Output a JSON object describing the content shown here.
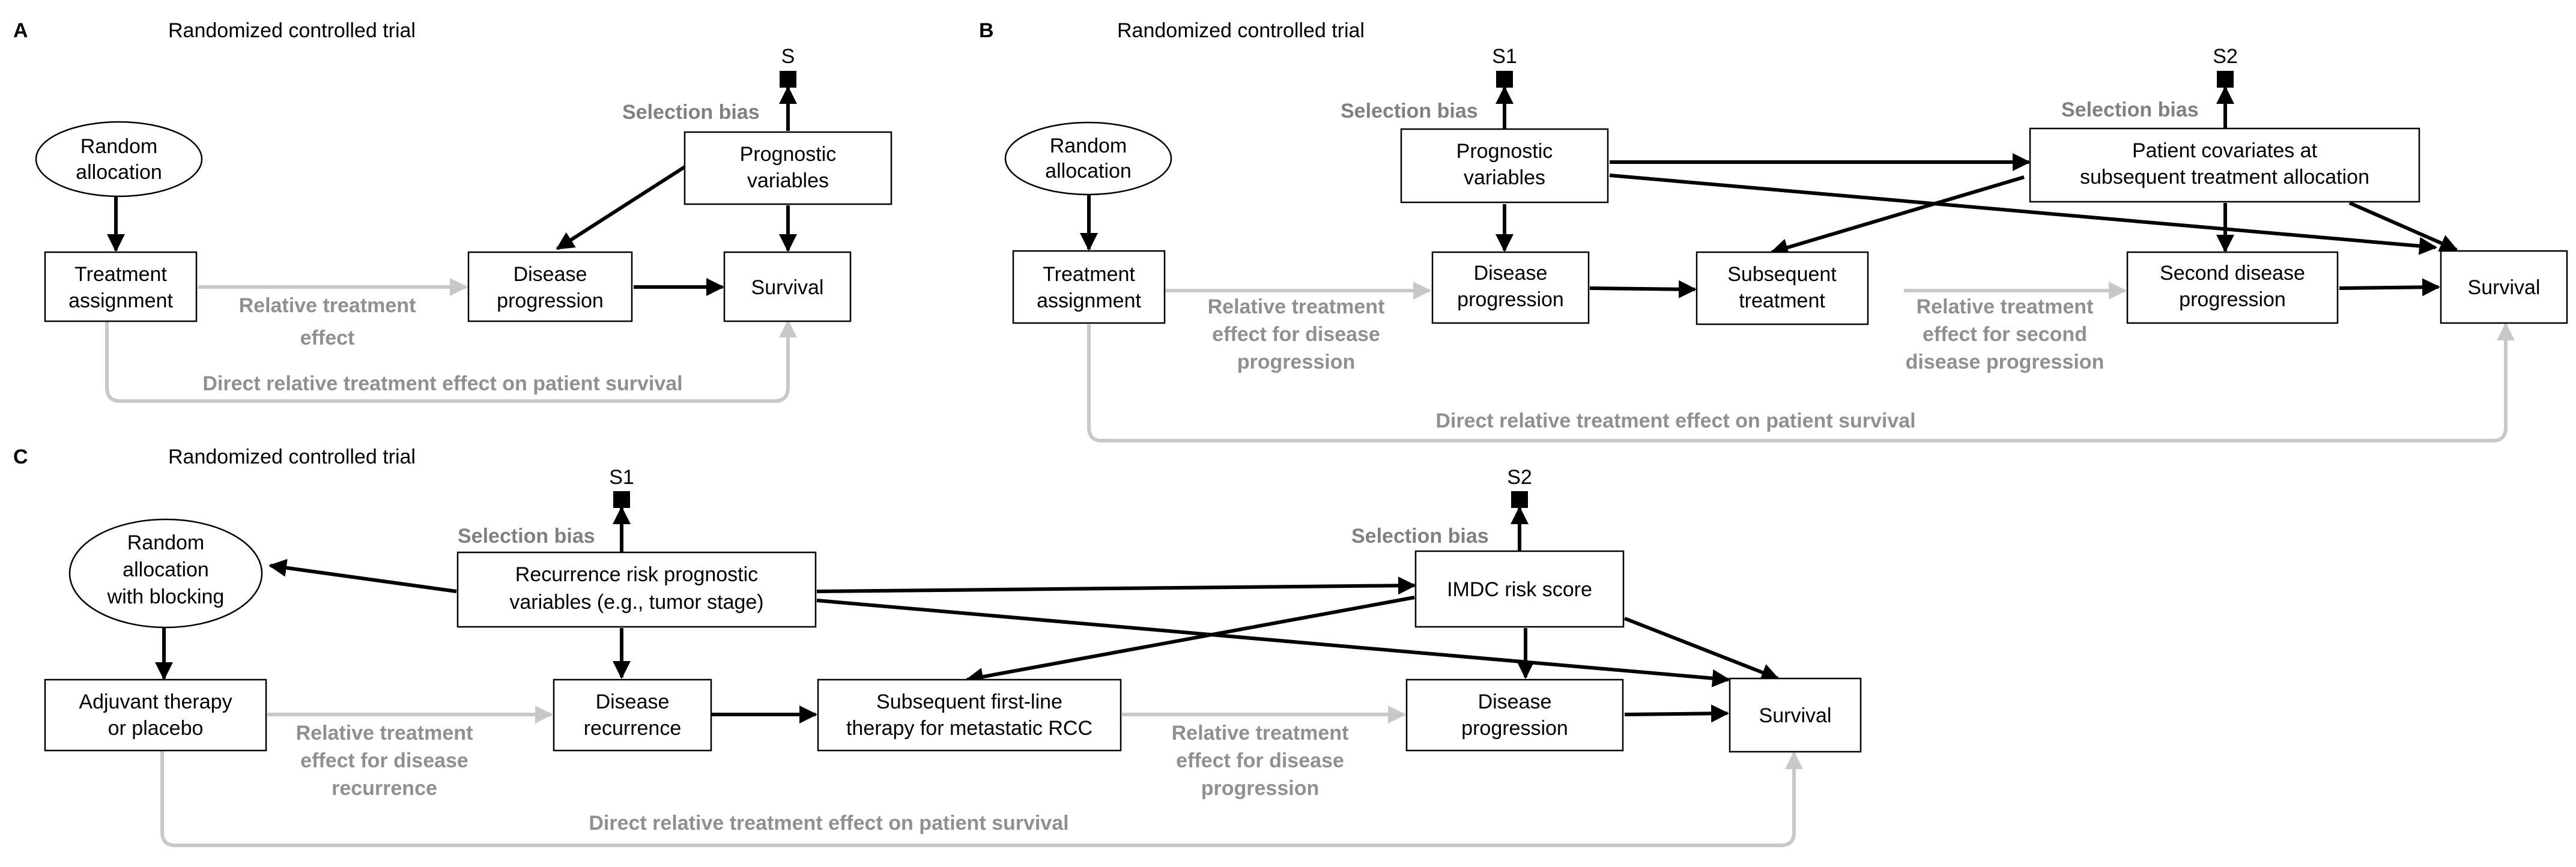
{
  "colors": {
    "causal": "#000000",
    "effect": "#c8c8c8",
    "effect_text": "#909090",
    "selection_text": "#808080"
  },
  "panel_a": {
    "letter": "A",
    "title": "Randomized controlled trial",
    "random_allocation": [
      "Random",
      "allocation"
    ],
    "treatment_assignment": [
      "Treatment",
      "assignment"
    ],
    "disease_progression": [
      "Disease",
      "progression"
    ],
    "survival": "Survival",
    "prognostic_variables": [
      "Prognostic",
      "variables"
    ],
    "s_node": "S",
    "selection_bias": "Selection bias",
    "relative_effect": [
      "Relative treatment",
      "effect"
    ],
    "direct_effect": "Direct relative treatment effect on patient survival"
  },
  "panel_b": {
    "letter": "B",
    "title": "Randomized controlled trial",
    "random_allocation": [
      "Random",
      "allocation"
    ],
    "treatment_assignment": [
      "Treatment",
      "assignment"
    ],
    "disease_progression": [
      "Disease",
      "progression"
    ],
    "subsequent_treatment": [
      "Subsequent",
      "treatment"
    ],
    "second_progression": [
      "Second disease",
      "progression"
    ],
    "survival": "Survival",
    "prognostic_variables": [
      "Prognostic",
      "variables"
    ],
    "patient_covariates": [
      "Patient covariates at",
      "subsequent treatment allocation"
    ],
    "s1_node": "S1",
    "s2_node": "S2",
    "selection_bias_1": "Selection bias",
    "selection_bias_2": "Selection bias",
    "relative_effect_progression": [
      "Relative treatment",
      "effect for disease",
      "progression"
    ],
    "relative_effect_second": [
      "Relative treatment",
      "effect for second",
      "disease progression"
    ],
    "direct_effect": "Direct relative treatment effect on patient survival"
  },
  "panel_c": {
    "letter": "C",
    "title": "Randomized controlled trial",
    "random_allocation": [
      "Random",
      "allocation",
      "with blocking"
    ],
    "adjuvant": [
      "Adjuvant therapy",
      "or placebo"
    ],
    "disease_recurrence": [
      "Disease",
      "recurrence"
    ],
    "subsequent_therapy": [
      "Subsequent first-line",
      "therapy for metastatic RCC"
    ],
    "disease_progression": [
      "Disease",
      "progression"
    ],
    "survival": "Survival",
    "recurrence_risk": [
      "Recurrence risk prognostic",
      "variables (e.g., tumor stage)"
    ],
    "imdc": "IMDC risk score",
    "s1_node": "S1",
    "s2_node": "S2",
    "selection_bias_1": "Selection bias",
    "selection_bias_2": "Selection bias",
    "relative_effect_recurrence": [
      "Relative treatment",
      "effect for disease",
      "recurrence"
    ],
    "relative_effect_progression": [
      "Relative treatment",
      "effect for disease",
      "progression"
    ],
    "direct_effect": "Direct relative treatment effect on patient survival"
  }
}
